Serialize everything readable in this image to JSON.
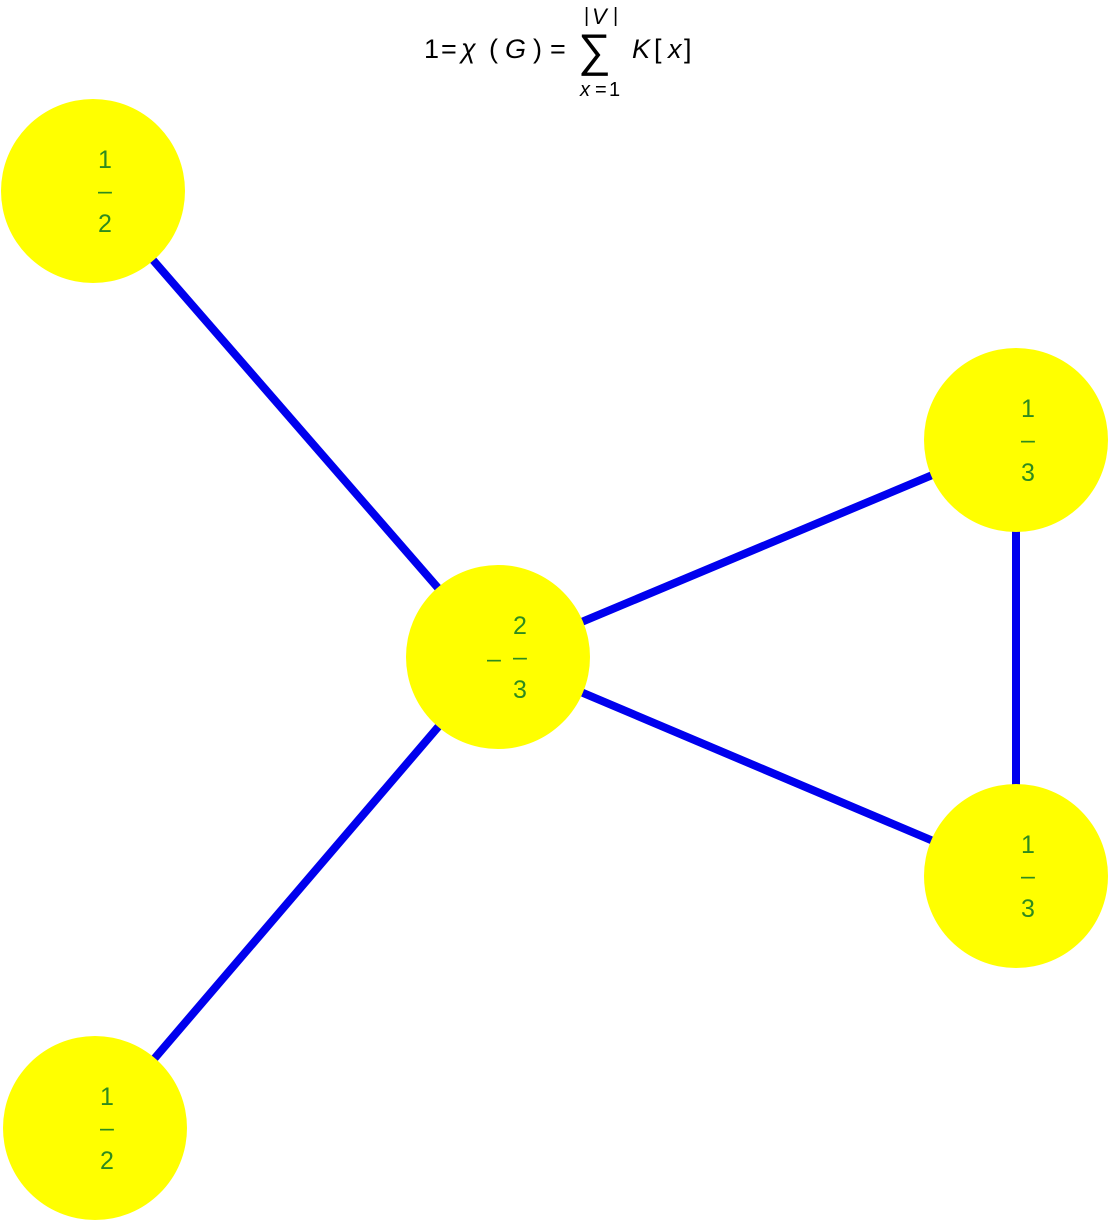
{
  "formula": {
    "lhs": "1",
    "equals1": "=",
    "chi": "χ",
    "open_paren": "(",
    "graph": "G",
    "close_paren": ")",
    "equals2": "=",
    "upper_bar_left": "|",
    "upper_var": "V",
    "upper_bar_right": "|",
    "sigma": "∑",
    "lower_var": "x",
    "lower_equals": "=",
    "lower_value": "1",
    "term_func": "K",
    "term_open": "[",
    "term_var": "x",
    "term_close": "]"
  },
  "colors": {
    "node_fill": "#ffff00",
    "node_text": "#2e8b1e",
    "edge": "#0000ee"
  },
  "nodes": [
    {
      "id": "top-left",
      "numerator": "1",
      "bar": "–",
      "denominator": "2",
      "sign": ""
    },
    {
      "id": "center",
      "numerator": "2",
      "bar": "–",
      "denominator": "3",
      "sign": "–"
    },
    {
      "id": "right-top",
      "numerator": "1",
      "bar": "–",
      "denominator": "3",
      "sign": ""
    },
    {
      "id": "right-bottom",
      "numerator": "1",
      "bar": "–",
      "denominator": "3",
      "sign": ""
    },
    {
      "id": "bottom-left",
      "numerator": "1",
      "bar": "–",
      "denominator": "2",
      "sign": ""
    }
  ],
  "edges": [
    {
      "from": "top-left",
      "to": "center"
    },
    {
      "from": "center",
      "to": "right-top"
    },
    {
      "from": "center",
      "to": "right-bottom"
    },
    {
      "from": "right-top",
      "to": "right-bottom"
    },
    {
      "from": "center",
      "to": "bottom-left"
    }
  ]
}
